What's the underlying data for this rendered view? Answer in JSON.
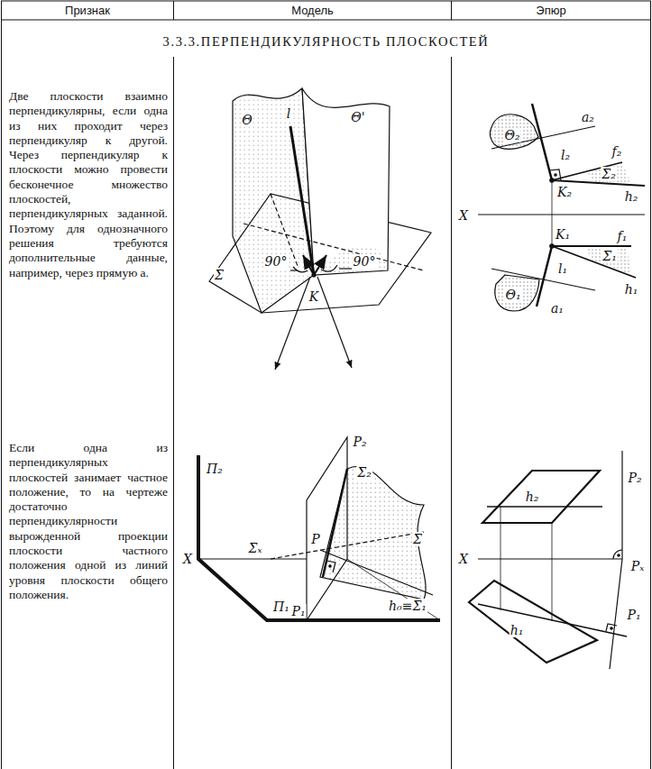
{
  "diagram": {
    "nodes": [
      {
        "text": [
          "Признак"
        ]
      },
      {
        "text": [
          "Модель"
        ]
      },
      {
        "text": [
          "Эпюр"
        ]
      },
      {
        "text": [
          "3.3.3.ПЕРПЕНДИКУЛЯРНОСТЬ ПЛОСКОСТЕЙ"
        ]
      },
      {
        "text": [
          "Две плоскости взаимно перпендикулярны, если одна из них проходит через перпендикуляр к другой. Через перпендикуляр к плоскости можно провести бесконечное множество плоскостей, перпендикулярных заданной. Поэтому для однозначного решения требуются дополнительные данные, например, через прямую a."
        ]
      },
      {
        "text": [
          "Если одна из перпендикулярных плоскостей занимает частное положение, то на чертеже достаточно перпендикулярности вырожденной проекции плоскости частного положения одной из линий уровня плоскости общего положения."
        ]
      }
    ],
    "labels": [
      "Θ",
      "l",
      "Θ'",
      "90°",
      "90°",
      "Σ",
      "K",
      "a₂",
      "Θ₂",
      "l₂",
      "f₂",
      "Σ₂",
      "K₂",
      "h₂",
      "X",
      "K₁",
      "f₁",
      "Σ₁",
      "h₁",
      "l₁",
      "Θ₁",
      "a₁",
      "Π₂",
      "P₂",
      "Σ₂",
      "P",
      "Σ",
      "Σₓ",
      "X",
      "h₀≡Σ₁",
      "Π₁",
      "P₁",
      "h₂",
      "P₂",
      "X",
      "Pₓ",
      "h₁",
      "P₁"
    ]
  }
}
